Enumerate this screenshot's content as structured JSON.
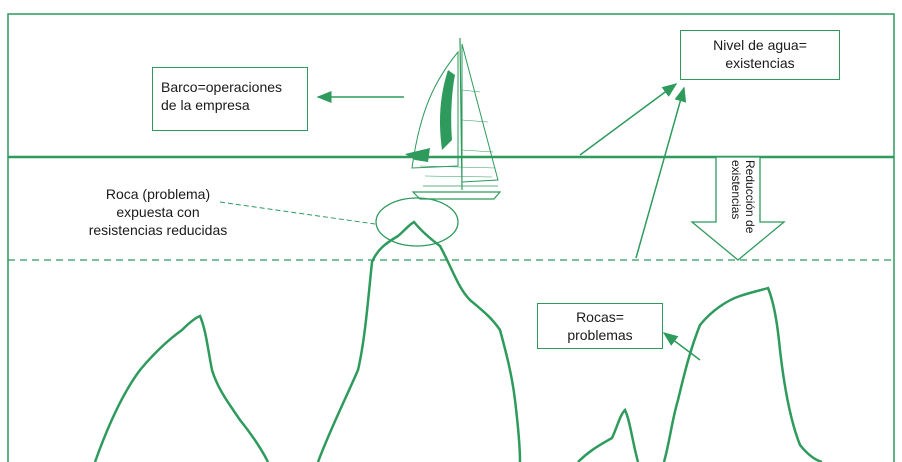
{
  "colors": {
    "accent": "#2e9a5c",
    "text": "#1a1a1a"
  },
  "labels": {
    "barco": [
      "Barco=operaciones",
      "de la empresa"
    ],
    "nivel": [
      "Nivel de agua=",
      "existencias"
    ],
    "roca_problema": [
      "Roca (problema)",
      "expuesta con",
      "resistencias reducidas"
    ],
    "rocas": [
      "Rocas=",
      "problemas"
    ],
    "reduccion": [
      "Reducción de",
      "existencias"
    ]
  }
}
